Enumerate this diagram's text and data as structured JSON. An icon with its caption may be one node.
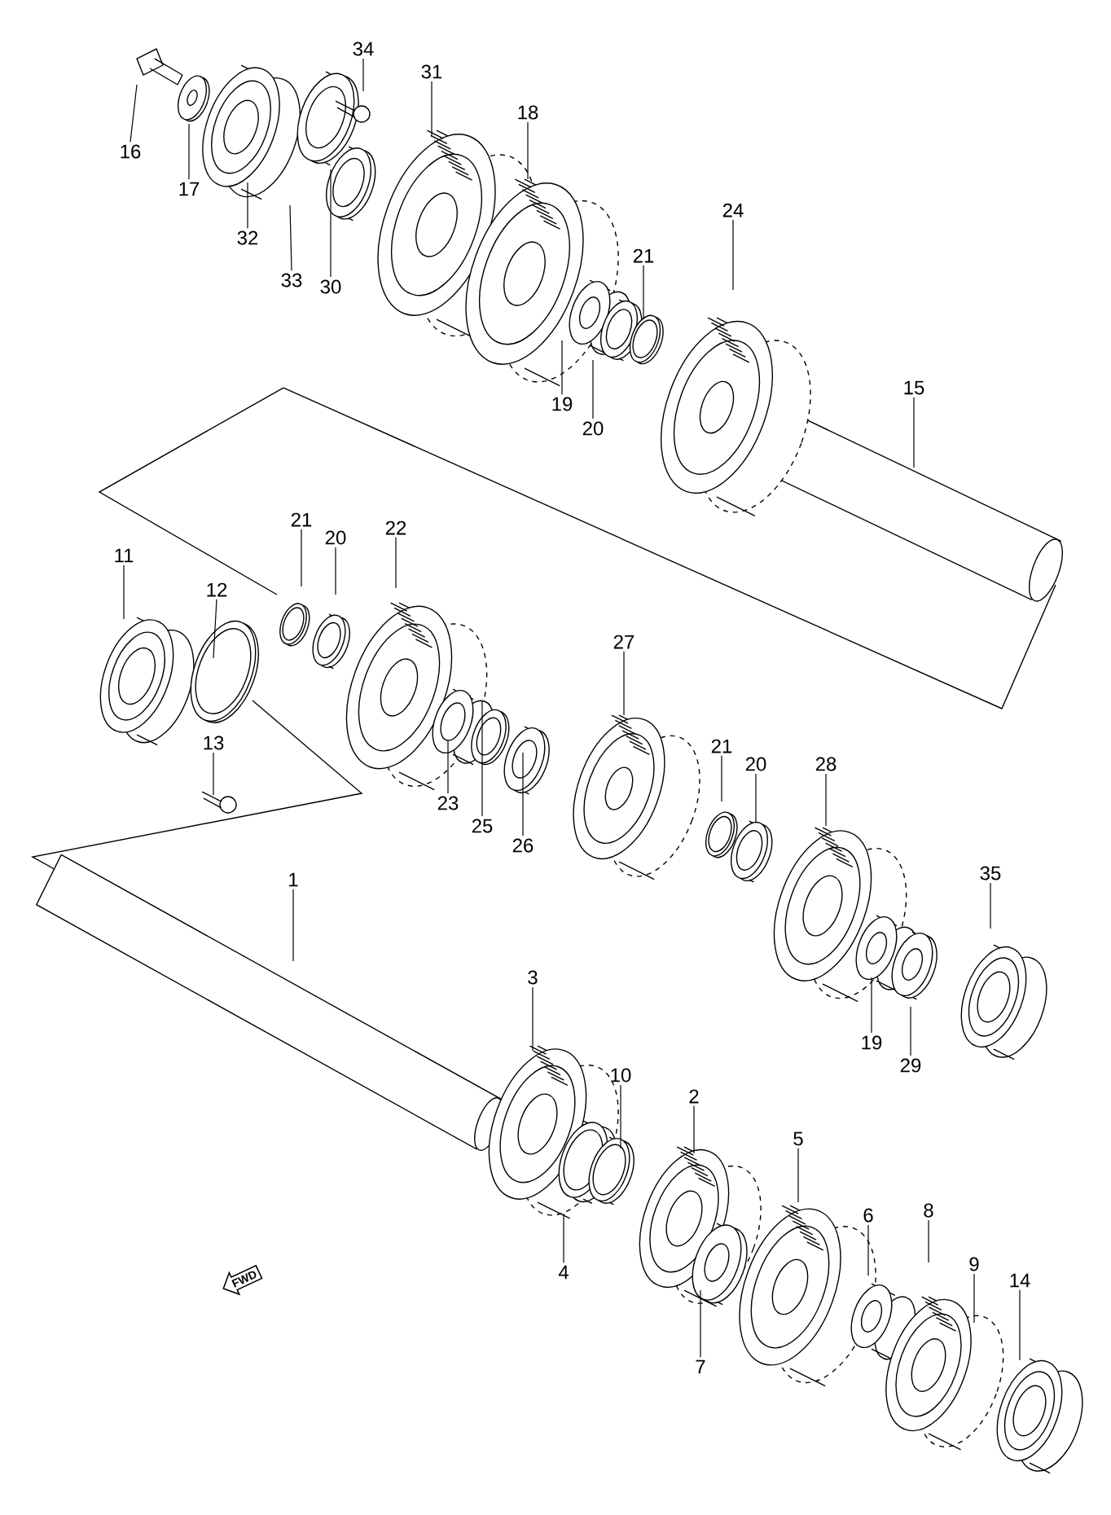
{
  "diagram": {
    "nodes": [
      {
        "text": [
          "34"
        ]
      },
      {
        "text": [
          "31"
        ]
      },
      {
        "text": [
          "18"
        ]
      },
      {
        "text": [
          "16"
        ]
      },
      {
        "text": [
          "17"
        ]
      },
      {
        "text": [
          "32"
        ]
      },
      {
        "text": [
          "33"
        ]
      },
      {
        "text": [
          "30"
        ]
      },
      {
        "text": [
          "24"
        ]
      },
      {
        "text": [
          "21"
        ]
      },
      {
        "text": [
          "19"
        ]
      },
      {
        "text": [
          "20"
        ]
      },
      {
        "text": [
          "15"
        ]
      },
      {
        "text": [
          "21"
        ]
      },
      {
        "text": [
          "20"
        ]
      },
      {
        "text": [
          "22"
        ]
      },
      {
        "text": [
          "11"
        ]
      },
      {
        "text": [
          "12"
        ]
      },
      {
        "text": [
          "27"
        ]
      },
      {
        "text": [
          "13"
        ]
      },
      {
        "text": [
          "23"
        ]
      },
      {
        "text": [
          "25"
        ]
      },
      {
        "text": [
          "26"
        ]
      },
      {
        "text": [
          "21"
        ]
      },
      {
        "text": [
          "20"
        ]
      },
      {
        "text": [
          "28"
        ]
      },
      {
        "text": [
          "35"
        ]
      },
      {
        "text": [
          "1"
        ]
      },
      {
        "text": [
          "3"
        ]
      },
      {
        "text": [
          "19"
        ]
      },
      {
        "text": [
          "29"
        ]
      },
      {
        "text": [
          "10"
        ]
      },
      {
        "text": [
          "2"
        ]
      },
      {
        "text": [
          "5"
        ]
      },
      {
        "text": [
          "6"
        ]
      },
      {
        "text": [
          "8"
        ]
      },
      {
        "text": [
          "9"
        ]
      },
      {
        "text": [
          "14"
        ]
      },
      {
        "text": [
          "4"
        ]
      },
      {
        "text": [
          "7"
        ]
      }
    ],
    "edges": [
      {
        "from": 0,
        "to": null,
        "arrow": "none"
      },
      {
        "from": 1,
        "to": null,
        "arrow": "none"
      },
      {
        "from": 2,
        "to": null,
        "arrow": "none"
      },
      {
        "from": 3,
        "to": null,
        "arrow": "none"
      },
      {
        "from": 4,
        "to": null,
        "arrow": "none"
      },
      {
        "from": 5,
        "to": null,
        "arrow": "none"
      },
      {
        "from": 6,
        "to": null,
        "arrow": "none"
      },
      {
        "from": 7,
        "to": null,
        "arrow": "none"
      },
      {
        "from": 8,
        "to": null,
        "arrow": "none"
      },
      {
        "from": 9,
        "to": null,
        "arrow": "none"
      },
      {
        "from": 10,
        "to": null,
        "arrow": "none"
      },
      {
        "from": 11,
        "to": null,
        "arrow": "none"
      },
      {
        "from": 12,
        "to": null,
        "arrow": "none"
      },
      {
        "from": 13,
        "to": null,
        "arrow": "none"
      },
      {
        "from": 14,
        "to": null,
        "arrow": "none"
      },
      {
        "from": 15,
        "to": null,
        "arrow": "none"
      },
      {
        "from": 16,
        "to": null,
        "arrow": "none"
      },
      {
        "from": 17,
        "to": null,
        "arrow": "none"
      },
      {
        "from": 18,
        "to": null,
        "arrow": "none"
      },
      {
        "from": 19,
        "to": null,
        "arrow": "none"
      },
      {
        "from": 20,
        "to": null,
        "arrow": "none"
      },
      {
        "from": 21,
        "to": null,
        "arrow": "none"
      },
      {
        "from": 22,
        "to": null,
        "arrow": "none"
      },
      {
        "from": 23,
        "to": null,
        "arrow": "none"
      },
      {
        "from": 24,
        "to": null,
        "arrow": "none"
      },
      {
        "from": 25,
        "to": null,
        "arrow": "none"
      },
      {
        "from": 26,
        "to": null,
        "arrow": "none"
      },
      {
        "from": 27,
        "to": null,
        "arrow": "none"
      },
      {
        "from": 28,
        "to": null,
        "arrow": "none"
      },
      {
        "from": 29,
        "to": null,
        "arrow": "none"
      },
      {
        "from": 30,
        "to": null,
        "arrow": "none"
      },
      {
        "from": 31,
        "to": null,
        "arrow": "none"
      },
      {
        "from": 32,
        "to": null,
        "arrow": "none"
      },
      {
        "from": 33,
        "to": null,
        "arrow": "none"
      },
      {
        "from": 34,
        "to": null,
        "arrow": "none"
      },
      {
        "from": 35,
        "to": null,
        "arrow": "none"
      },
      {
        "from": 36,
        "to": null,
        "arrow": "none"
      },
      {
        "from": 37,
        "to": null,
        "arrow": "none"
      },
      {
        "from": 38,
        "to": null,
        "arrow": "none"
      },
      {
        "from": 39,
        "to": null,
        "arrow": "none"
      }
    ],
    "labels": [
      "FWD"
    ]
  }
}
